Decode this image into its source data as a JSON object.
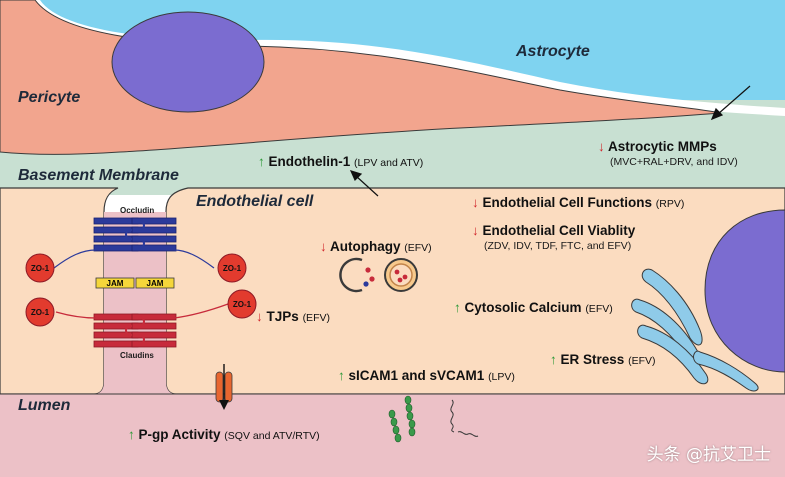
{
  "regions": {
    "astrocyte": "Astrocyte",
    "pericyte": "Pericyte",
    "basement_membrane": "Basement Membrane",
    "endothelial_cell": "Endothelial cell",
    "lumen": "Lumen"
  },
  "junction_labels": {
    "occludin": "Occludin",
    "claudins": "Claudins",
    "jam_left": "JAM",
    "jam_right": "JAM",
    "zo1_top_left": "ZO-1",
    "zo1_top_right": "ZO-1",
    "zo1_bottom_left": "ZO-1",
    "zo1_bottom_right": "ZO-1"
  },
  "findings": {
    "endothelin": {
      "arrow": "↑",
      "text": "Endothelin-1",
      "note": "(LPV and ATV)"
    },
    "astrocytic_mmps": {
      "arrow": "↓",
      "text": "Astrocytic MMPs",
      "note": "(MVC+RAL+DRV, and IDV)"
    },
    "endothelial_functions": {
      "arrow": "↓",
      "text": "Endothelial Cell Functions",
      "note": "(RPV)"
    },
    "endothelial_viability": {
      "arrow": "↓",
      "text": "Endothelial Cell Viablity",
      "note": "(ZDV, IDV, TDF, FTC, and EFV)"
    },
    "autophagy": {
      "arrow": "↓",
      "text": "Autophagy",
      "note": "(EFV)"
    },
    "cytosolic_calcium": {
      "arrow": "↑",
      "text": "Cytosolic Calcium",
      "note": "(EFV)"
    },
    "tjps": {
      "arrow": "↓",
      "text": "TJPs",
      "note": "(EFV)"
    },
    "er_stress": {
      "arrow": "↑",
      "text": "ER Stress",
      "note": "(EFV)"
    },
    "icam": {
      "arrow": "↑",
      "text": "sICAM1 and sVCAM1",
      "note": "(LPV)"
    },
    "pgp": {
      "arrow": "↑",
      "text": "P-gp Activity",
      "note": "(SQV and ATV/RTV)"
    }
  },
  "watermark": "头条 @抗艾卫士",
  "colors": {
    "astrocyte": "#7fd3f0",
    "pericyte": "#f2a58e",
    "nucleus": "#7b6cd0",
    "basement_membrane": "#c8e0d2",
    "endothelial": "#fbdcc0",
    "lumen": "#ecc1c7",
    "occludin": "#2b3a9b",
    "claudin": "#c72b3b",
    "jam": "#f5d63a",
    "zo1": "#e23b2e",
    "er": "#8fcbe9",
    "up_arrow": "#2e9a3a",
    "down_arrow": "#d1262b"
  }
}
